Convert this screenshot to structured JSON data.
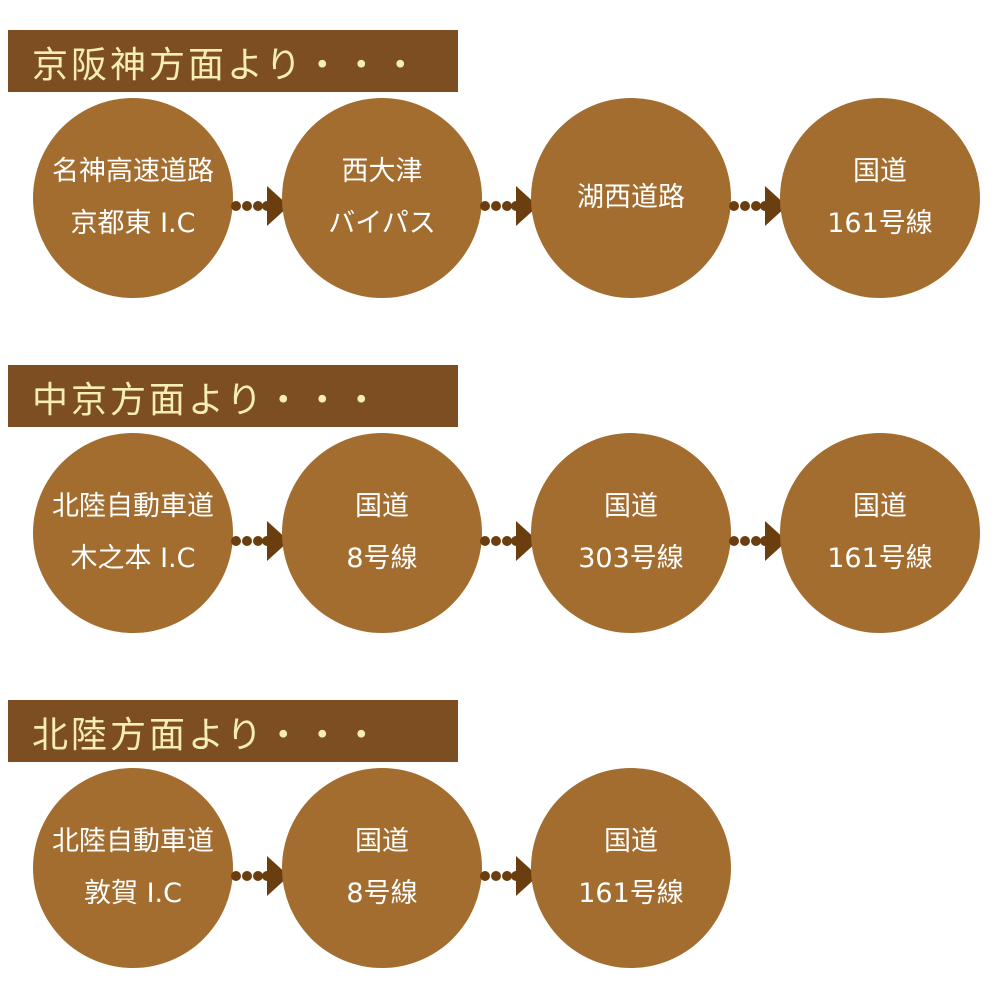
{
  "sections": [
    {
      "title": "京阪神方面より・・・",
      "steps": [
        [
          "名神高速道路",
          "京都東 I.C"
        ],
        [
          "西大津",
          "バイパス"
        ],
        [
          "湖西道路",
          ""
        ],
        [
          "国道",
          "161号線"
        ]
      ]
    },
    {
      "title": "中京方面より・・・",
      "steps": [
        [
          "北陸自動車道",
          "木之本 I.C"
        ],
        [
          "国道",
          "8号線"
        ],
        [
          "国道",
          "303号線"
        ],
        [
          "国道",
          "161号線"
        ]
      ]
    },
    {
      "title": "北陸方面より・・・",
      "steps": [
        [
          "北陸自動車道",
          "敦賀 I.C"
        ],
        [
          "国道",
          "8号線"
        ],
        [
          "国道",
          "161号線"
        ]
      ]
    }
  ],
  "colors": {
    "banner": "#7d4e22",
    "banner_text": "#f6eeb4",
    "circle": "#a36d30",
    "arrow": "#6b3e10"
  }
}
